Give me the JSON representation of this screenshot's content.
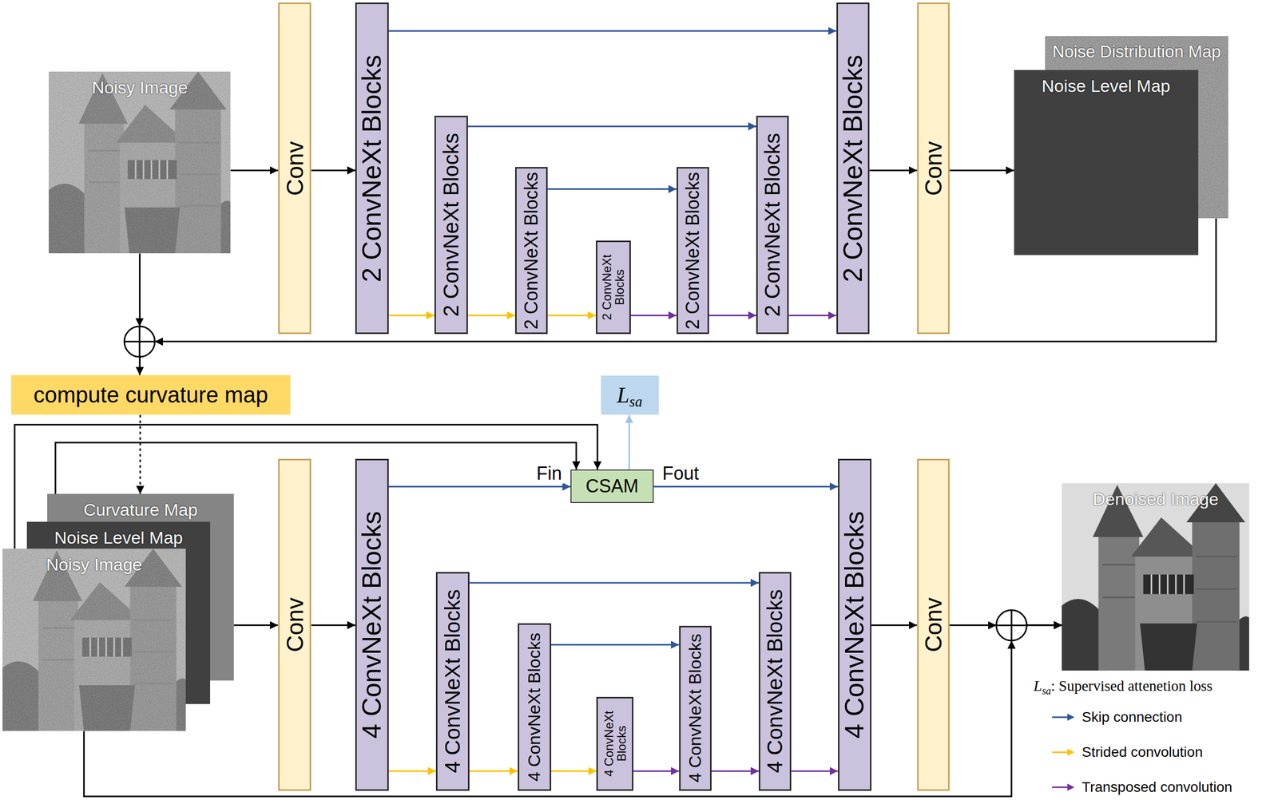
{
  "diagram": {
    "nodes": [
      {
        "text": [
          "Noisy Image"
        ]
      },
      {
        "text": [
          "Conv"
        ]
      },
      {
        "text": [
          "2 ConvNeXt Blocks"
        ]
      },
      {
        "text": [
          "2 ConvNeXt Blocks"
        ]
      },
      {
        "text": [
          "2 ConvNeXt Blocks"
        ]
      },
      {
        "text": [
          "2 ConvNeXt Blocks"
        ]
      },
      {
        "text": [
          "2 ConvNeXt Blocks"
        ]
      },
      {
        "text": [
          "2 ConvNeXt Blocks"
        ]
      },
      {
        "text": [
          "2 ConvNeXt Blocks"
        ]
      },
      {
        "text": [
          "Conv"
        ]
      },
      {
        "text": [
          "Noise Distribution Map"
        ]
      },
      {
        "text": [
          "Noise Level Map"
        ]
      },
      {
        "text": [
          "compute curvature map"
        ]
      },
      {
        "text": [
          "L",
          "sa"
        ]
      },
      {
        "text": [
          "CSAM"
        ]
      },
      {
        "text": [
          "Curvature Map"
        ]
      },
      {
        "text": [
          "Noise Level Map"
        ]
      },
      {
        "text": [
          "Noisy Image"
        ]
      },
      {
        "text": [
          "Conv"
        ]
      },
      {
        "text": [
          "4 ConvNeXt Blocks"
        ]
      },
      {
        "text": [
          "4 ConvNeXt Blocks"
        ]
      },
      {
        "text": [
          "4 ConvNeXt Blocks"
        ]
      },
      {
        "text": [
          "4 ConvNeXt Blocks"
        ]
      },
      {
        "text": [
          "4 ConvNeXt Blocks"
        ]
      },
      {
        "text": [
          "4 ConvNeXt Blocks"
        ]
      },
      {
        "text": [
          "4 ConvNeXt Blocks"
        ]
      },
      {
        "text": [
          "Conv"
        ]
      },
      {
        "text": [
          "Denoised Image"
        ]
      }
    ],
    "edges": [
      {
        "from": 0,
        "to": 1,
        "arrow": "to"
      },
      {
        "from": 1,
        "to": 2,
        "arrow": "to"
      },
      {
        "from": 2,
        "to": 3,
        "arrow": "to"
      },
      {
        "from": 3,
        "to": 4,
        "arrow": "to"
      },
      {
        "from": 4,
        "to": 5,
        "arrow": "to"
      },
      {
        "from": 5,
        "to": 6,
        "arrow": "to"
      },
      {
        "from": 6,
        "to": 7,
        "arrow": "to"
      },
      {
        "from": 7,
        "to": 8,
        "arrow": "to"
      },
      {
        "from": 2,
        "to": 8,
        "arrow": "to"
      },
      {
        "from": 3,
        "to": 7,
        "arrow": "to"
      },
      {
        "from": 4,
        "to": 6,
        "arrow": "to"
      },
      {
        "from": 8,
        "to": 9,
        "arrow": "to"
      },
      {
        "from": 9,
        "to": 11,
        "arrow": "to"
      },
      {
        "from": 0,
        "to": 12,
        "arrow": "to"
      },
      {
        "from": 10,
        "to": 12,
        "arrow": "to"
      },
      {
        "from": 12,
        "to": 15,
        "arrow": "to"
      },
      {
        "from": 17,
        "to": 14,
        "arrow": "to"
      },
      {
        "from": 15,
        "to": 14,
        "arrow": "to"
      },
      {
        "from": 14,
        "to": 13,
        "arrow": "to"
      },
      {
        "from": 15,
        "to": 18,
        "arrow": "to"
      },
      {
        "from": 18,
        "to": 19,
        "arrow": "to"
      },
      {
        "from": 19,
        "to": 20,
        "arrow": "to"
      },
      {
        "from": 20,
        "to": 21,
        "arrow": "to"
      },
      {
        "from": 21,
        "to": 22,
        "arrow": "to"
      },
      {
        "from": 22,
        "to": 23,
        "arrow": "to"
      },
      {
        "from": 23,
        "to": 24,
        "arrow": "to"
      },
      {
        "from": 24,
        "to": 25,
        "arrow": "to"
      },
      {
        "from": 19,
        "to": 14,
        "label": "Fin",
        "arrow": "to"
      },
      {
        "from": 14,
        "to": 25,
        "label": "Fout",
        "arrow": "to"
      },
      {
        "from": 20,
        "to": 24,
        "arrow": "to"
      },
      {
        "from": 21,
        "to": 23,
        "arrow": "to"
      },
      {
        "from": 25,
        "to": 26,
        "arrow": "to"
      },
      {
        "from": 26,
        "to": 27,
        "arrow": "to"
      },
      {
        "from": 17,
        "to": 27,
        "arrow": "to"
      }
    ],
    "labels": [
      "L",
      "sa",
      ": Supervised attenetion loss"
    ],
    "legend": [
      {
        "text": "Skip connection"
      },
      {
        "text": "Strided convolution"
      },
      {
        "text": "Transposed convolution"
      }
    ]
  }
}
